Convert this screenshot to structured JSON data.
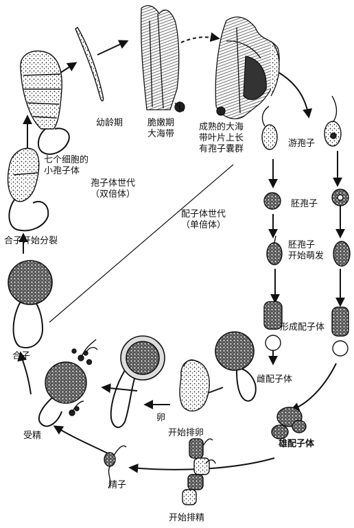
{
  "labels": {
    "young": "幼龄期",
    "tender_1": "脆嫩期",
    "tender_2": "大海带",
    "mature_1": "成熟的大海",
    "mature_2": "带叶片上长",
    "mature_3": "有孢子囊群",
    "zoospore": "游孢子",
    "seven_cell_1": "七个细胞的",
    "seven_cell_2": "小孢子体",
    "sporophyte_gen_1": "孢子体世代",
    "sporophyte_gen_2": "（双倍体）",
    "embryo_spore": "胚孢子",
    "embryo_germ_1": "胚孢子",
    "embryo_germ_2": "开始萌发",
    "gametophyte_gen_1": "配子体世代",
    "gametophyte_gen_2": "（单倍体）",
    "zygote_divide": "合子开始分裂",
    "form_gametophyte": "形成配子体",
    "zygote": "合子",
    "female_gametophyte": "雌配子体",
    "egg": "卵",
    "fertilization": "受精",
    "start_egg_release": "开始排卵",
    "male_gametophyte": "雄配子体",
    "sperm": "精子",
    "start_sperm_release": "开始排精"
  },
  "colors": {
    "ink": "#111111",
    "paper": "#ffffff",
    "stipple": "#333333"
  }
}
